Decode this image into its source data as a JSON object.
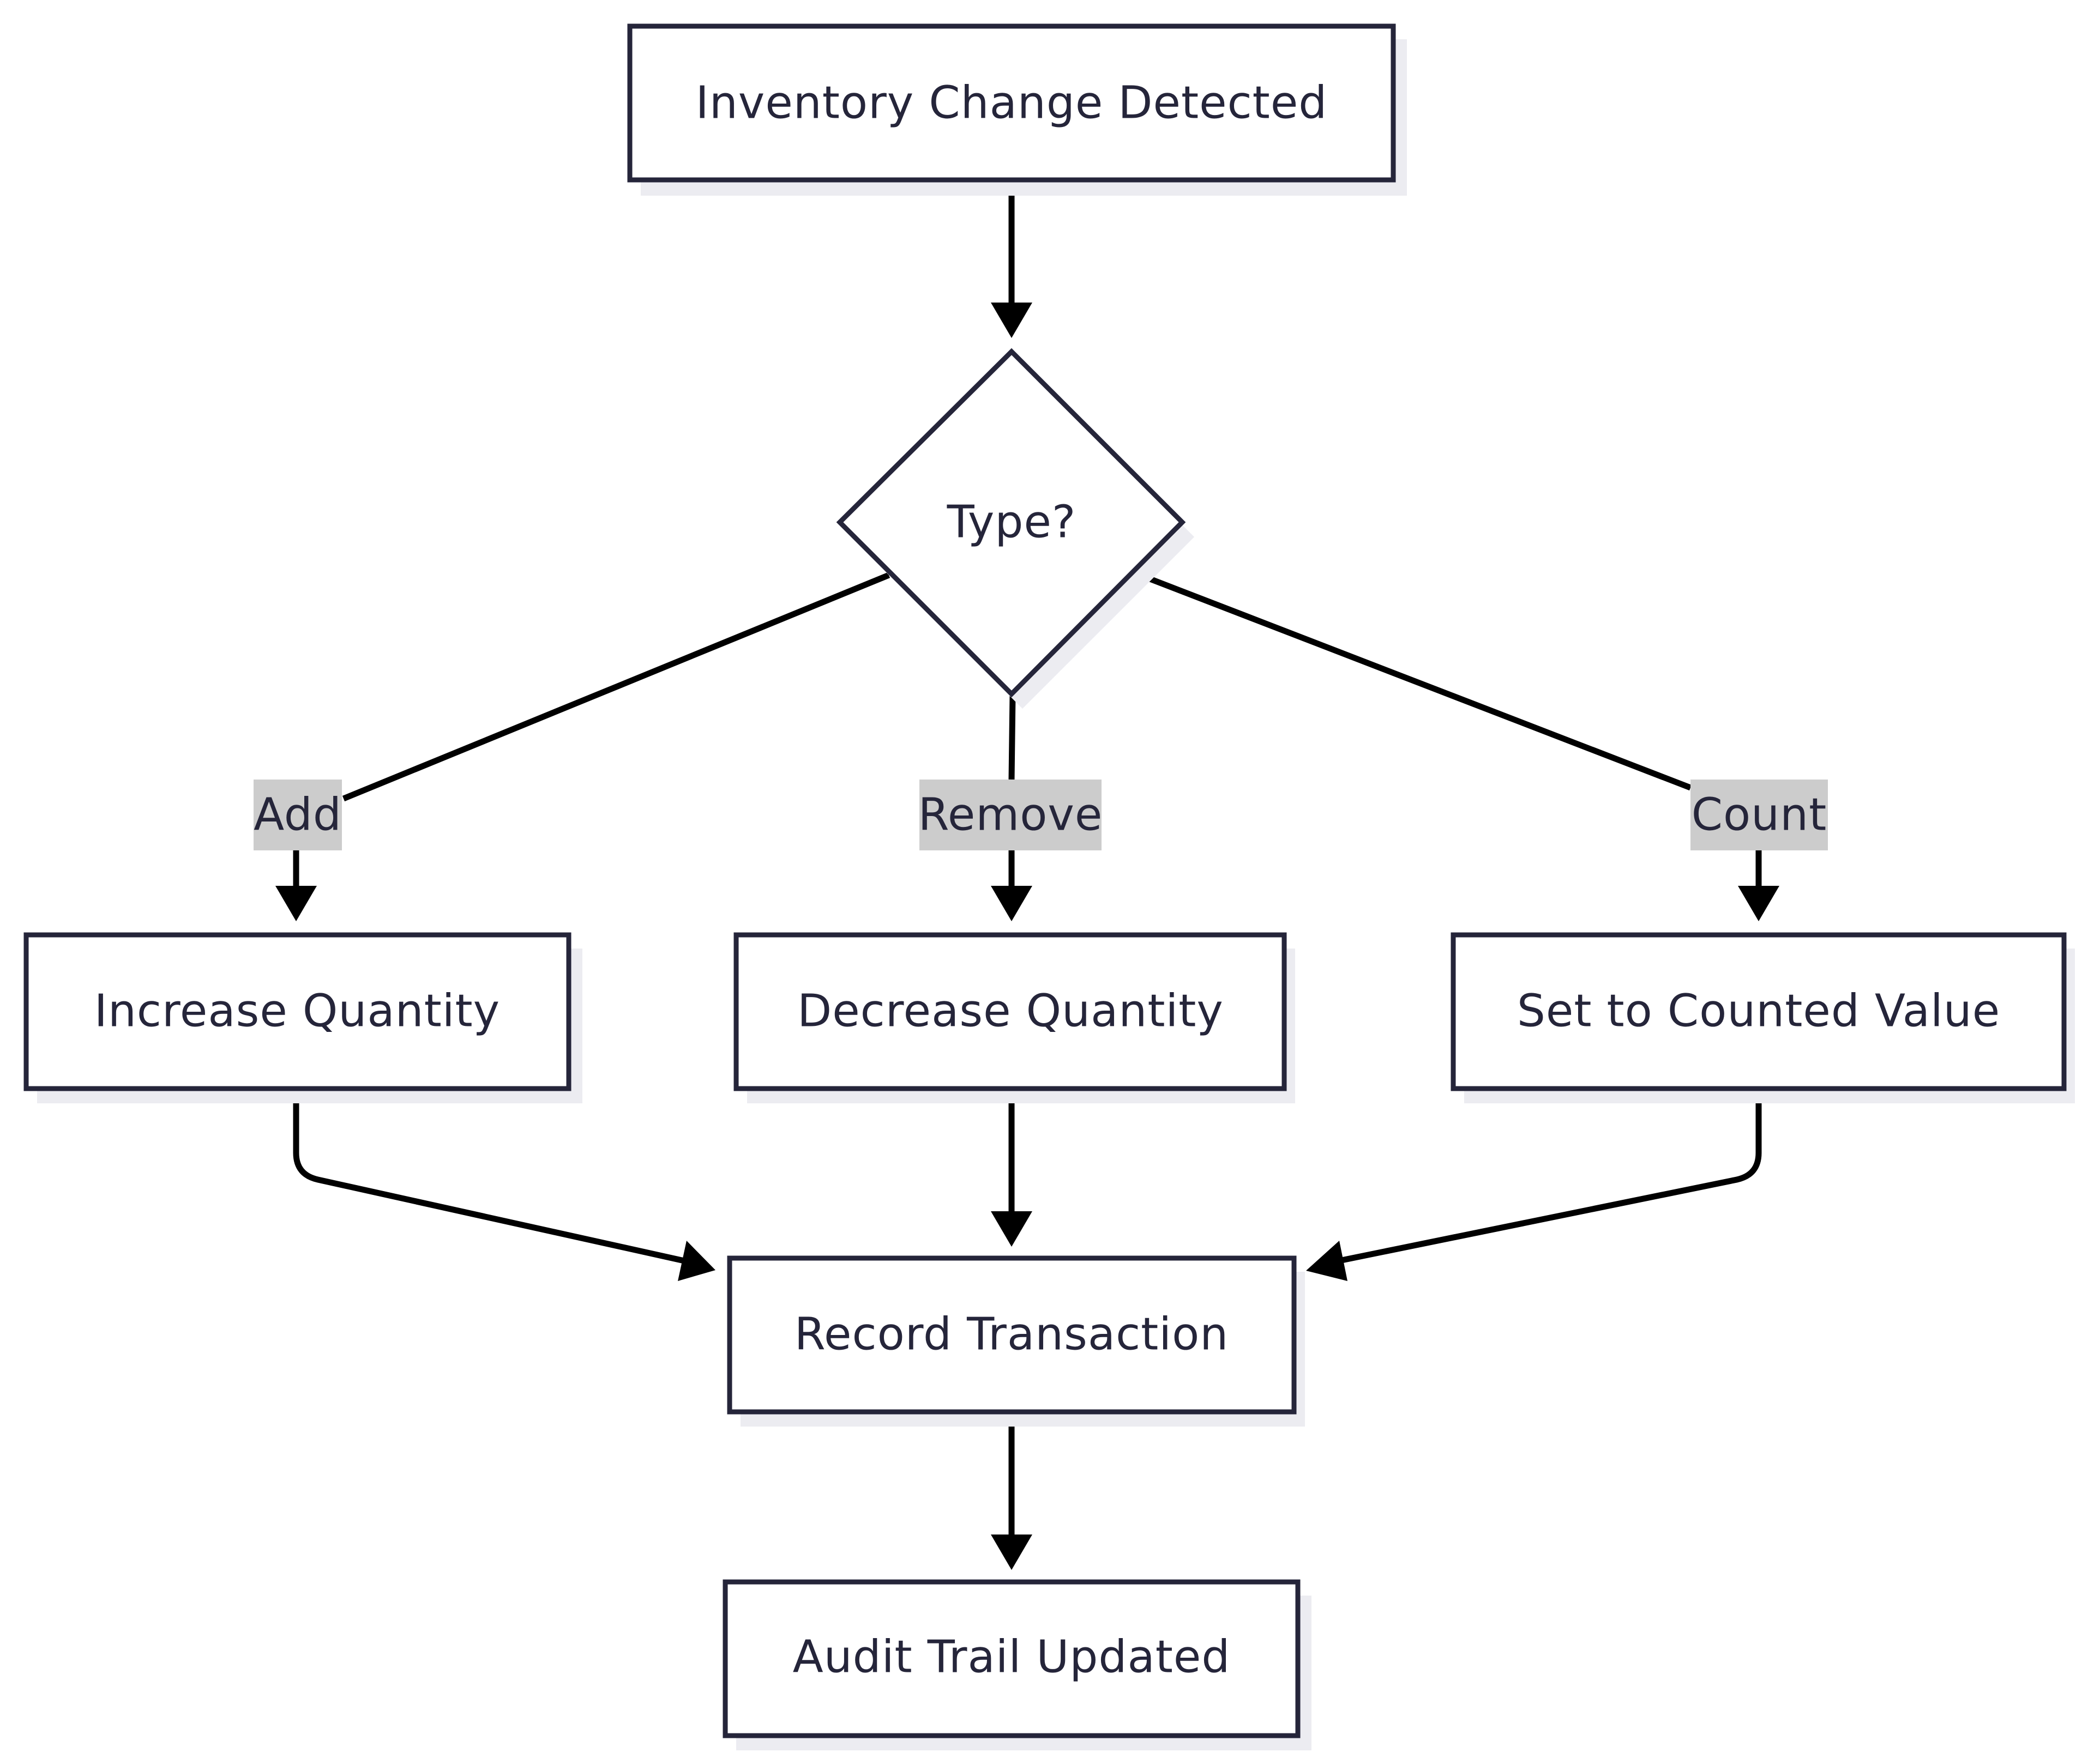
{
  "diagram": {
    "type": "flowchart",
    "direction": "top-down",
    "colors": {
      "node_border": "#25253a",
      "node_fill": "#ffffff",
      "node_shadow": "#ececf1",
      "text": "#25253a",
      "edge": "#000000",
      "edge_label_background": "#cccccc"
    },
    "nodes": {
      "start": {
        "label": "Inventory Change Detected",
        "shape": "rectangle"
      },
      "decision": {
        "label": "Type?",
        "shape": "diamond"
      },
      "increase": {
        "label": "Increase Quantity",
        "shape": "rectangle"
      },
      "decrease": {
        "label": "Decrease Quantity",
        "shape": "rectangle"
      },
      "set_count": {
        "label": "Set to Counted Value",
        "shape": "rectangle"
      },
      "record": {
        "label": "Record Transaction",
        "shape": "rectangle"
      },
      "audit": {
        "label": "Audit Trail Updated",
        "shape": "rectangle"
      }
    },
    "edges": [
      {
        "from": "start",
        "to": "decision",
        "label": ""
      },
      {
        "from": "decision",
        "to": "increase",
        "label": "Add"
      },
      {
        "from": "decision",
        "to": "decrease",
        "label": "Remove"
      },
      {
        "from": "decision",
        "to": "set_count",
        "label": "Count"
      },
      {
        "from": "increase",
        "to": "record",
        "label": ""
      },
      {
        "from": "decrease",
        "to": "record",
        "label": ""
      },
      {
        "from": "set_count",
        "to": "record",
        "label": ""
      },
      {
        "from": "record",
        "to": "audit",
        "label": ""
      }
    ]
  }
}
